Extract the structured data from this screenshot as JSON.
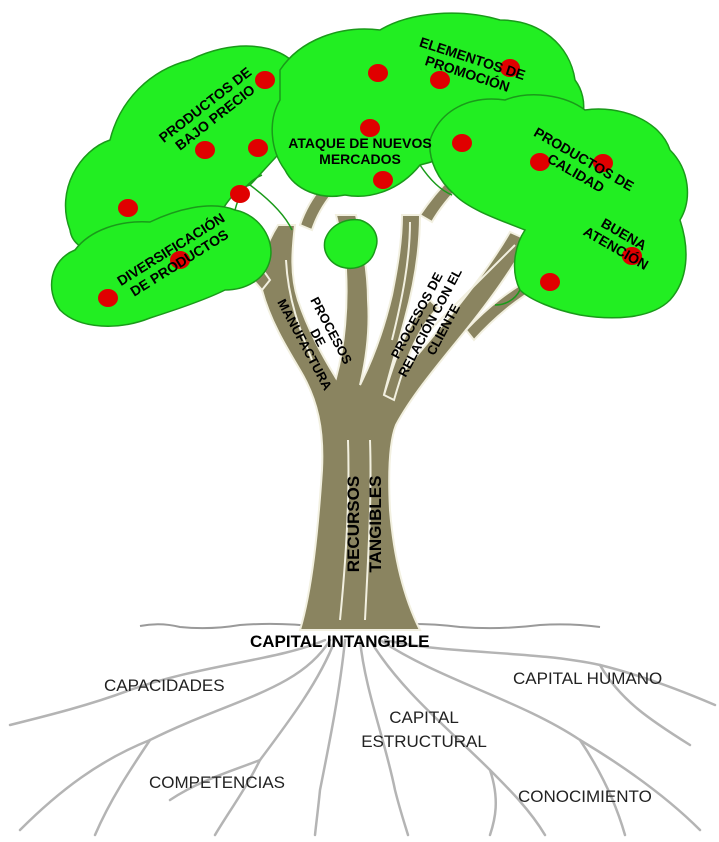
{
  "colors": {
    "foliage": "#22ee22",
    "foliage_outline": "#1a9a1a",
    "fruit": "#e00000",
    "trunk": "#8a8460",
    "trunk_outline": "#f2f0e0",
    "roots": "#b4b4b4",
    "ground": "#9a9a9a"
  },
  "canopy": {
    "bajo_precio": [
      "PRODUCTOS DE",
      "BAJO PRECIO"
    ],
    "promocion": [
      "ELEMENTOS DE",
      "PROMOCIÓN"
    ],
    "nuevos_mercados": [
      "ATAQUE DE NUEVOS",
      "MERCADOS"
    ],
    "calidad": [
      "PRODUCTOS DE",
      "CALIDAD"
    ],
    "buena_atencion": [
      "BUENA",
      "ATENCIÓN"
    ],
    "diversificacion": [
      "DIVERSIFICACIÓN",
      "DE PRODUCTOS"
    ]
  },
  "branches": {
    "manufactura": [
      "PROCESOS",
      "DE",
      "MANUFACTURA"
    ],
    "relacion": [
      "PROCESOS DE",
      "RELACIÓN CON EL",
      "CLIENTE"
    ]
  },
  "trunk": {
    "recursos": [
      "RECURSOS",
      "TANGIBLES"
    ]
  },
  "roots": {
    "title": "CAPITAL INTANGIBLE",
    "capacidades": "CAPACIDADES",
    "capital_humano": "CAPITAL HUMANO",
    "capital_estructural": [
      "CAPITAL",
      "ESTRUCTURAL"
    ],
    "competencias": "COMPETENCIAS",
    "conocimiento": "CONOCIMIENTO"
  }
}
